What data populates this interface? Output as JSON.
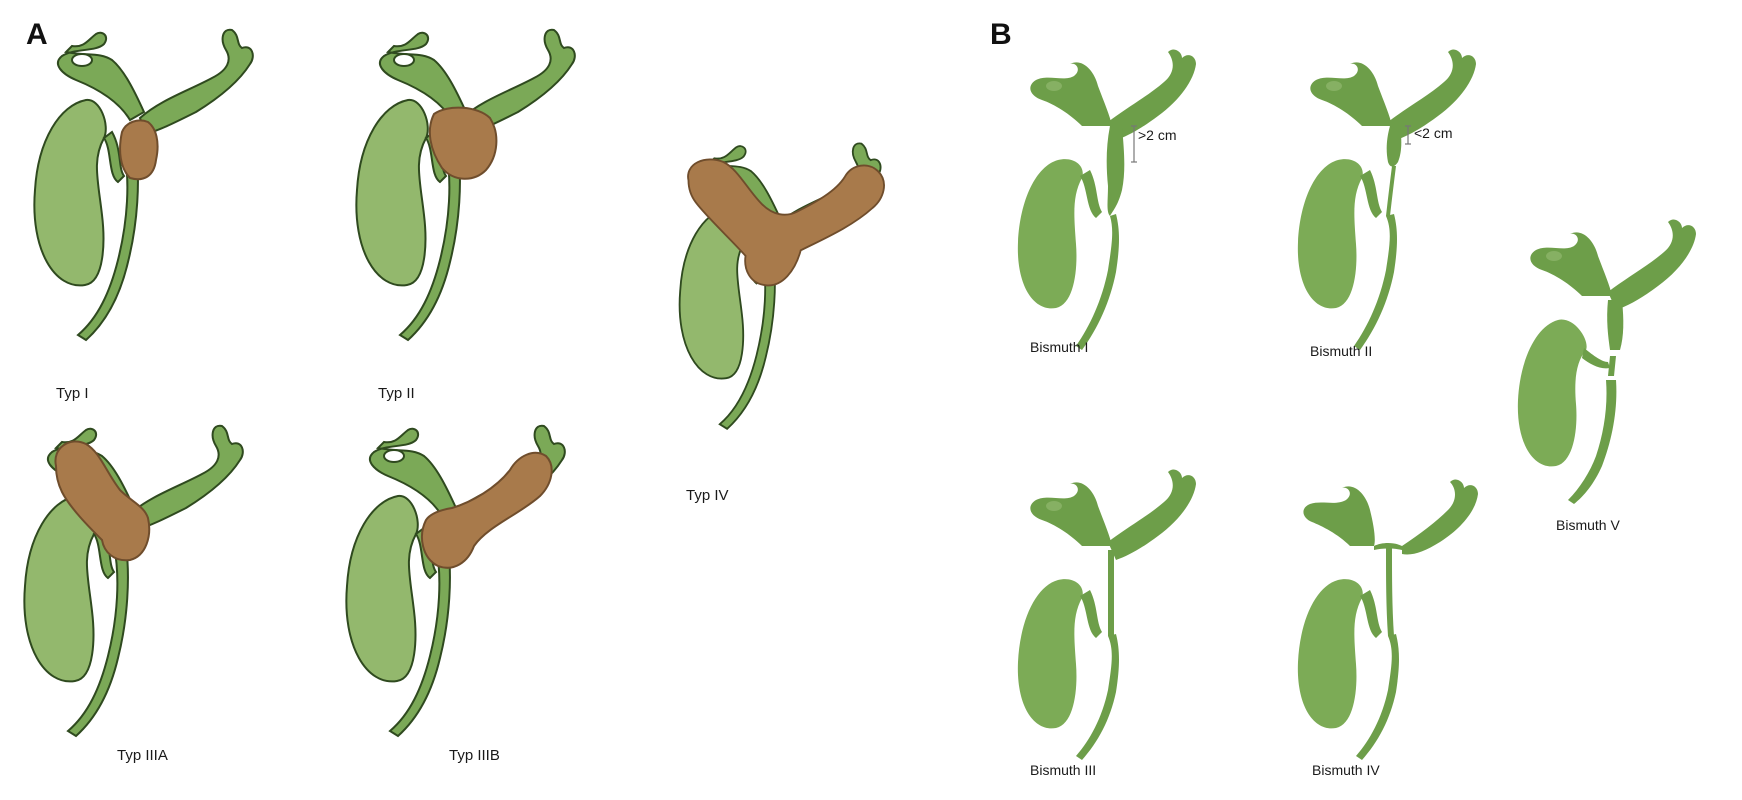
{
  "panels": {
    "a": {
      "letter": "A",
      "labels": [
        "Typ I",
        "Typ II",
        "Typ IIIA",
        "Typ IIIB",
        "Typ IV"
      ]
    },
    "b": {
      "letter": "B",
      "labels": [
        "Bismuth I",
        "Bismuth II",
        "Bismuth III",
        "Bismuth IV",
        "Bismuth V"
      ],
      "measure_gt": ">2 cm",
      "measure_lt": "<2 cm"
    }
  },
  "colors": {
    "duct_fill": "#7ba957",
    "duct_stroke": "#2f4a1f",
    "gallbladder_fill": "#93b86d",
    "tumor_fill": "#a87a4b",
    "tumor_stroke": "#6f4d2c",
    "panel_b_duct": "#6d9e49",
    "panel_b_gallbladder": "#7cab56"
  }
}
